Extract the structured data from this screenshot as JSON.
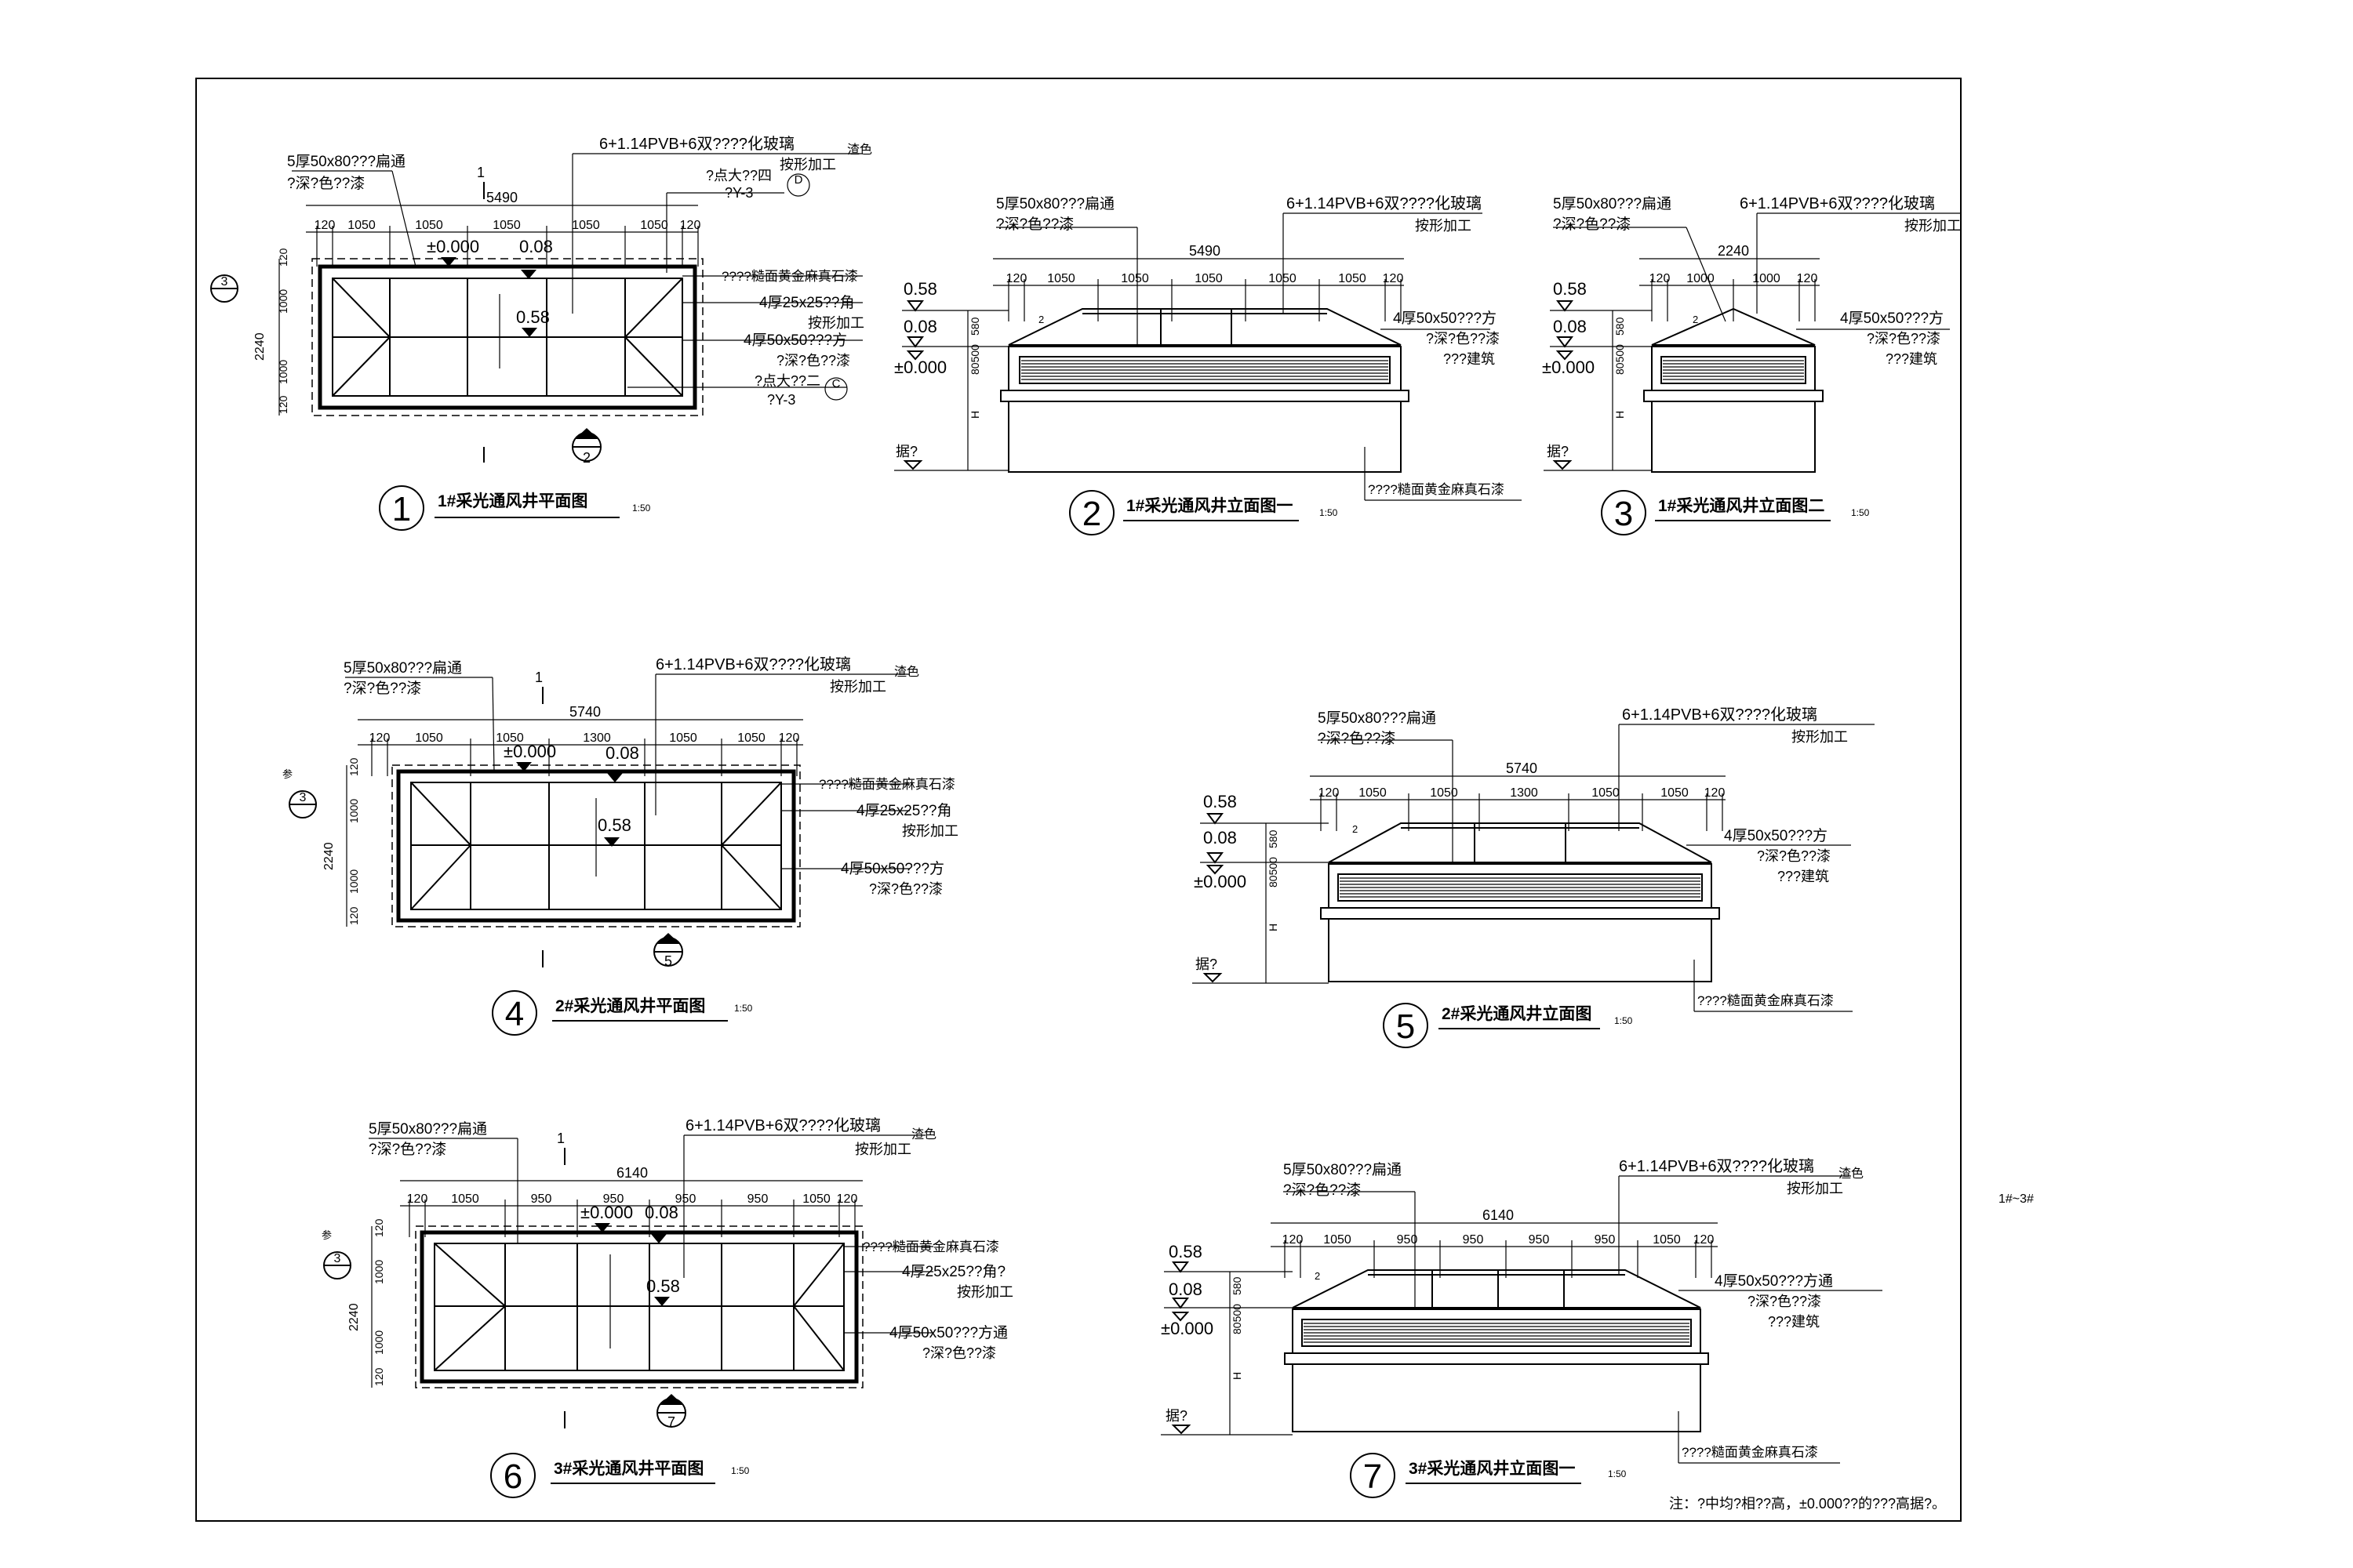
{
  "views": {
    "v1": {
      "no": "1",
      "title": "1#采光通风井平面图",
      "scale": "1:50",
      "dim_total": "5490",
      "dims": [
        "120",
        "1050",
        "1050",
        "1050",
        "1050",
        "1050",
        "120"
      ],
      "vdims": [
        "120",
        "1000",
        "1000",
        "120"
      ],
      "vtotal": "2240",
      "elev": [
        "±0.000",
        "0.08",
        "0.58"
      ],
      "notes_left": [
        "5厚50x80???扁通",
        "?深?色??漆"
      ],
      "notes_top": [
        "6+1.14PVB+6双????化玻璃",
        "按形加工",
        "渣色"
      ],
      "notes_right": [
        "????糙面黄金麻真石漆",
        "4厚25x25??角",
        "按形加工",
        "4厚50x50???方",
        "?深?色??漆",
        "?点大??二",
        "?Y-3"
      ],
      "callout_top": [
        "?点大??四",
        "?Y-3"
      ],
      "refs": [
        "1",
        "3",
        "2",
        "D",
        "C"
      ]
    },
    "v2": {
      "no": "2",
      "title": "1#采光通风井立面图一",
      "scale": "1:50",
      "dim_total": "5490",
      "dims": [
        "120",
        "1050",
        "1050",
        "1050",
        "1050",
        "1050",
        "120"
      ],
      "elev": [
        "0.58",
        "0.08",
        "±0.000",
        "据?"
      ],
      "vdims": [
        "580",
        "80500",
        "H"
      ],
      "notes_left": [
        "5厚50x80???扁通",
        "?深?色??漆"
      ],
      "notes_top": [
        "6+1.14PVB+6双????化玻璃",
        "按形加工"
      ],
      "notes_right": [
        "4厚50x50???方",
        "?深?色??漆",
        "???建筑"
      ],
      "note_bottom": "????糙面黄金麻真石漆",
      "slope": "2"
    },
    "v3": {
      "no": "3",
      "title": "1#采光通风井立面图二",
      "scale": "1:50",
      "dim_total": "2240",
      "dims": [
        "120",
        "1000",
        "1000",
        "120"
      ],
      "elev": [
        "0.58",
        "0.08",
        "±0.000",
        "据?"
      ],
      "vdims": [
        "580",
        "80500",
        "H"
      ],
      "notes_left": [
        "5厚50x80???扁通",
        "?深?色??漆"
      ],
      "notes_top": [
        "6+1.14PVB+6双????化玻璃",
        "按形加工"
      ],
      "notes_right": [
        "4厚50x50???方",
        "?深?色??漆",
        "???建筑"
      ],
      "slope": "2"
    },
    "v4": {
      "no": "4",
      "title": "2#采光通风井平面图",
      "scale": "1:50",
      "dim_total": "5740",
      "dims": [
        "120",
        "1050",
        "1050",
        "1300",
        "1050",
        "1050",
        "120"
      ],
      "vdims": [
        "120",
        "1000",
        "1000",
        "120"
      ],
      "vtotal": "2240",
      "elev": [
        "±0.000",
        "0.08",
        "0.58"
      ],
      "notes_left": [
        "5厚50x80???扁通",
        "?深?色??漆"
      ],
      "notes_top": [
        "6+1.14PVB+6双????化玻璃",
        "按形加工",
        "渣色"
      ],
      "notes_right": [
        "????糙面黄金麻真石漆",
        "4厚25x25??角",
        "按形加工",
        "4厚50x50???方",
        "?深?色??漆"
      ],
      "refs": [
        "1",
        "3",
        "5",
        "参"
      ]
    },
    "v5": {
      "no": "5",
      "title": "2#采光通风井立面图",
      "scale": "1:50",
      "dim_total": "5740",
      "dims": [
        "120",
        "1050",
        "1050",
        "1300",
        "1050",
        "1050",
        "120"
      ],
      "elev": [
        "0.58",
        "0.08",
        "±0.000",
        "据?"
      ],
      "vdims": [
        "580",
        "80500",
        "H"
      ],
      "notes_left": [
        "5厚50x80???扁通",
        "?深?色??漆"
      ],
      "notes_top": [
        "6+1.14PVB+6双????化玻璃",
        "按形加工"
      ],
      "notes_right": [
        "4厚50x50???方",
        "?深?色??漆",
        "???建筑"
      ],
      "note_bottom": "????糙面黄金麻真石漆",
      "slope": "2"
    },
    "v6": {
      "no": "6",
      "title": "3#采光通风井平面图",
      "scale": "1:50",
      "dim_total": "6140",
      "dims": [
        "120",
        "1050",
        "950",
        "950",
        "950",
        "950",
        "1050",
        "120"
      ],
      "vdims": [
        "120",
        "1000",
        "1000",
        "120"
      ],
      "vtotal": "2240",
      "elev": [
        "±0.000",
        "0.08",
        "0.58"
      ],
      "notes_left": [
        "5厚50x80???扁通",
        "?深?色??漆"
      ],
      "notes_top": [
        "6+1.14PVB+6双????化玻璃",
        "按形加工",
        "渣色"
      ],
      "notes_right": [
        "????糙面黄金麻真石漆",
        "4厚25x25??角?",
        "按形加工",
        "4厚50x50???方通",
        "?深?色??漆"
      ],
      "refs": [
        "1",
        "3",
        "7",
        "参"
      ]
    },
    "v7": {
      "no": "7",
      "title": "3#采光通风井立面图一",
      "scale": "1:50",
      "dim_total": "6140",
      "dims": [
        "120",
        "1050",
        "950",
        "950",
        "950",
        "950",
        "1050",
        "120"
      ],
      "elev": [
        "0.58",
        "0.08",
        "±0.000",
        "据?"
      ],
      "vdims": [
        "580",
        "80500",
        "H"
      ],
      "notes_left": [
        "5厚50x80???扁通",
        "?深?色??漆"
      ],
      "notes_top": [
        "6+1.14PVB+6双????化玻璃",
        "按形加工",
        "渣色"
      ],
      "notes_right": [
        "4厚50x50???方通",
        "?深?色??漆",
        "???建筑"
      ],
      "note_bottom": "????糙面黄金麻真石漆",
      "slope": "2"
    }
  },
  "side_label": "1#~3#",
  "footnote": "注：?中均?相??高，±0.000??的???高据?。"
}
